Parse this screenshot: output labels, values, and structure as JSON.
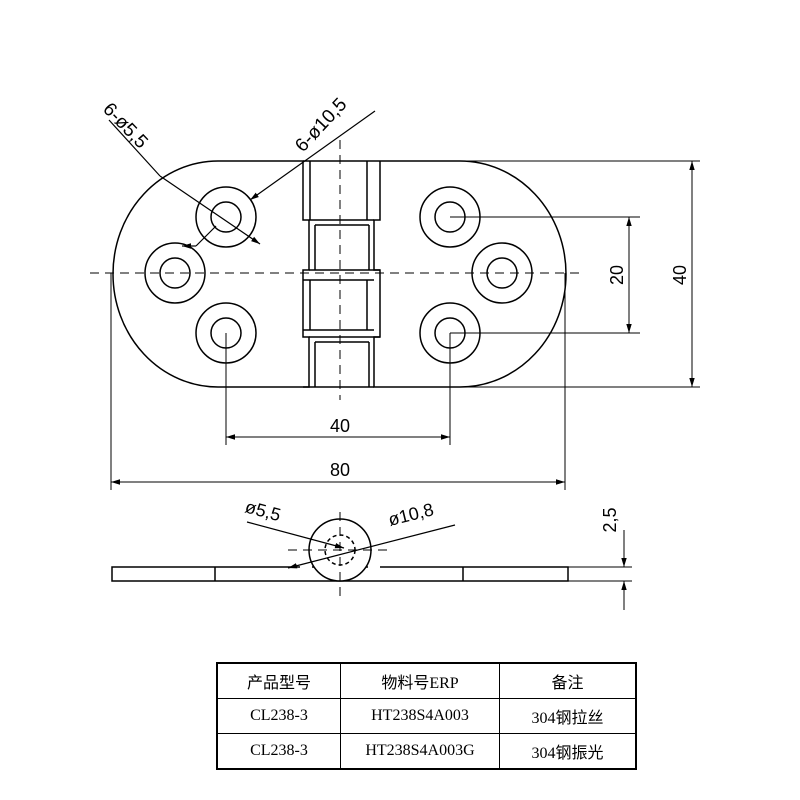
{
  "labels": {
    "hole_small_qty": "6-ø5,5",
    "hole_large_qty": "6-ø10,5",
    "hole_pitch_vertical": "20",
    "total_height": "40",
    "hole_pitch_horizontal": "40",
    "total_width": "80",
    "pin_diameter": "ø5,5",
    "knuckle_diameter": "ø10,8",
    "plate_thickness": "2,5"
  },
  "table": {
    "headers": [
      "产品型号",
      "物料号ERP",
      "备注"
    ],
    "rows": [
      [
        "CL238-3",
        "HT238S4A003",
        "304钢拉丝"
      ],
      [
        "CL238-3",
        "HT238S4A003G",
        "304钢振光"
      ]
    ]
  },
  "colors": {
    "line": "#000000",
    "background": "#ffffff"
  }
}
